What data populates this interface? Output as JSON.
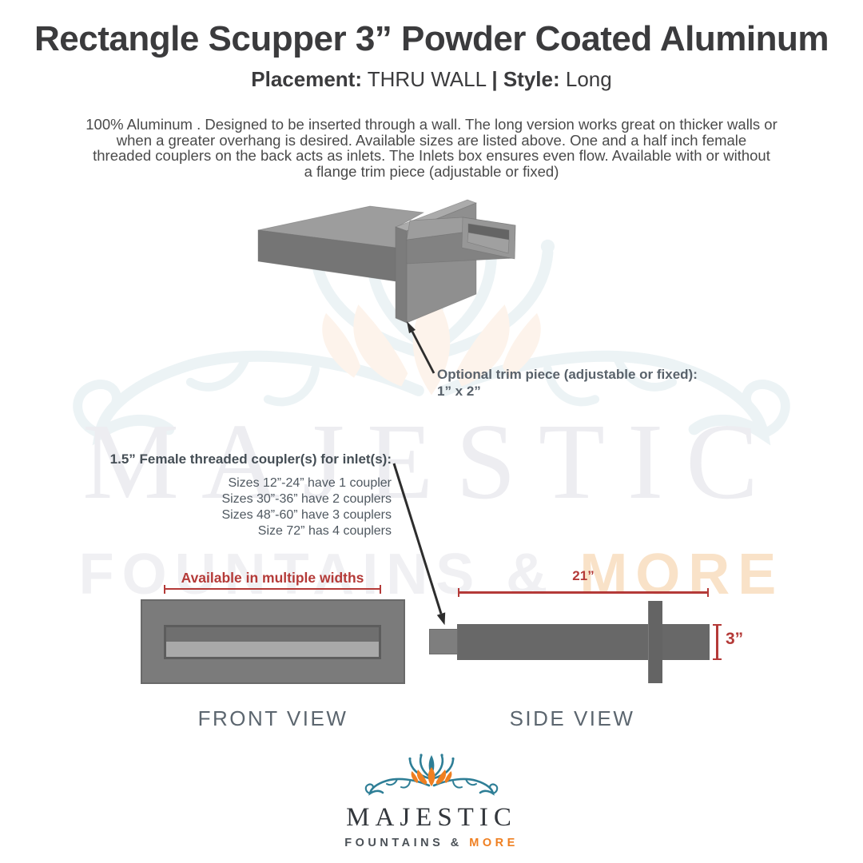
{
  "header": {
    "title": "Rectangle Scupper 3” Powder Coated Aluminum",
    "placement_label": "Placement:",
    "placement_value": "THRU WALL",
    "divider": "|",
    "style_label": "Style:",
    "style_value": "Long"
  },
  "description": {
    "lines": [
      "100% Aluminum . Designed to be inserted through a wall. The long version works great on thicker walls or",
      "when a greater overhang is desired. Available sizes are listed above. One and a half inch female",
      "threaded couplers on the back acts as inlets. The Inlets box ensures even flow.  Available with or without",
      "a flange trim piece (adjustable or fixed)"
    ]
  },
  "diagram_3d": {
    "trim_note_line1": "Optional trim piece (adjustable or fixed):",
    "trim_note_line2": "1” x 2”"
  },
  "inlet_couplers": {
    "heading": "1.5” Female threaded coupler(s) for inlet(s):",
    "rules": [
      "Sizes 12”-24” have 1 coupler",
      "Sizes 30”-36” have 2 couplers",
      "Sizes 48”-60” have 3 couplers",
      "Size 72” has 4 couplers"
    ]
  },
  "front_view": {
    "width_note": "Available in multiple widths",
    "caption": "FRONT VIEW"
  },
  "side_view": {
    "length_dimension": "21”",
    "height_dimension": "3”",
    "caption": "SIDE VIEW"
  },
  "watermark": {
    "word": "MAJESTIC",
    "tagline_gray": "FOUNTAINS & ",
    "tagline_orange": "MORE"
  },
  "logo": {
    "brand": "MAJESTIC",
    "tagline_gray": "FOUNTAINS & ",
    "tagline_orange": "MORE"
  },
  "colors": {
    "accent_red": "#b43a38",
    "logo_teal": "#2e7e96",
    "logo_orange": "#ef7f21",
    "steel_gray_dark": "#686868",
    "steel_gray_light": "#9d9d9d",
    "label_gray": "#59626b"
  }
}
